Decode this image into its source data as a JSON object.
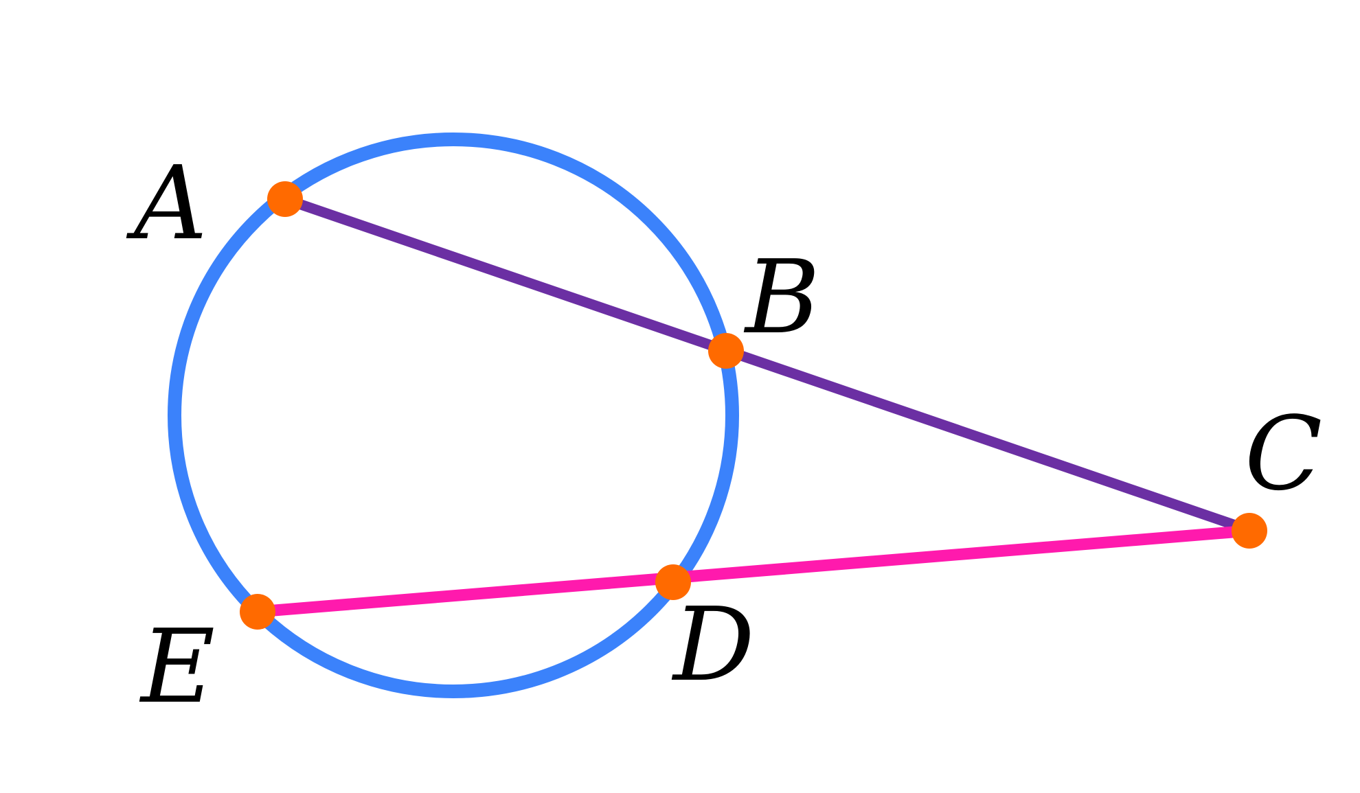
{
  "colors": {
    "circle": "#3b82fb",
    "secant_abc": "#6b2fa3",
    "secant_edc": "#ff1aad",
    "point": "#ff6a00",
    "label": "#000000"
  },
  "points": {
    "A": {
      "label": "A"
    },
    "B": {
      "label": "B"
    },
    "C": {
      "label": "C"
    },
    "D": {
      "label": "D"
    },
    "E": {
      "label": "E"
    }
  }
}
